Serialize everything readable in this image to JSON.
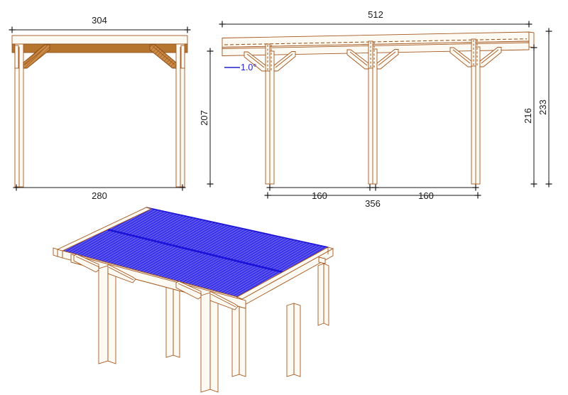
{
  "drawing": {
    "title": "Carport technical drawing",
    "units": "cm",
    "colors": {
      "wood_light": "#fdfaf3",
      "wood_mid": "#b5752f",
      "wood_dark": "#a8671f",
      "wood_outline": "#a5581f",
      "roof_panel": "#3a32e8",
      "dimension": "#1a1a1a",
      "angle_annotation": "#2222cc"
    }
  },
  "front_view": {
    "name": "front-elevation",
    "dimensions": {
      "roof_width": "304",
      "post_span": "280"
    }
  },
  "side_view": {
    "name": "side-elevation",
    "dimensions": {
      "roof_length": "512",
      "bay_1": "160",
      "bay_2": "160",
      "post_span": "356",
      "clear_height_low": "207",
      "post_height_high": "216",
      "total_height": "233"
    },
    "annotations": {
      "roof_pitch": "1.0°"
    }
  },
  "iso_view": {
    "name": "isometric-3d-view"
  }
}
